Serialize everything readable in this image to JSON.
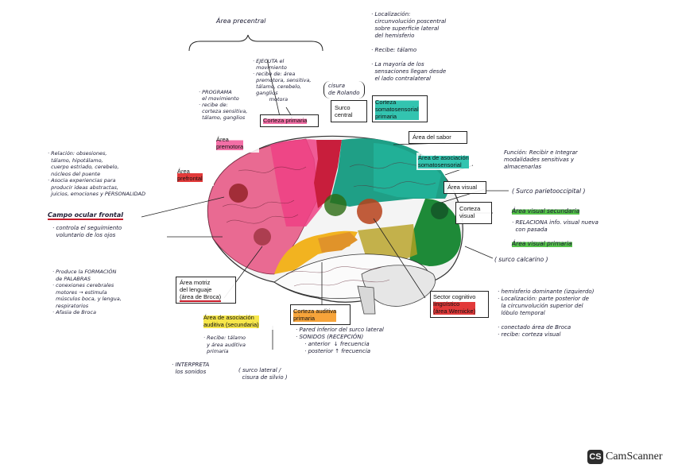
{
  "top_label": "Área precentral",
  "brain_labels": {
    "corteza_primaria": "Corteza primaria",
    "area_premotora": "Área\npremotora",
    "area_prefrontal": "Área\nprefrontal",
    "cisura_rolando": "cisura\nde Rolando",
    "surco_central": "Surco\ncentral",
    "somatosensorial": "Corteza\nsomatosensorial\nprimaria",
    "area_sabor": "Área del sabor",
    "asociacion_somatosensorial": "Área de asociación\nsomatosensorial",
    "area_visual": "Área visual",
    "corteza_visual": "Corteza\nvisual",
    "area_motriz_lenguaje": "Área motriz\ndel lenguaje\n(área de Broca)",
    "asociacion_auditiva": "Área de asociación\nauditiva (secundaria)",
    "auditiva_primaria": "Corteza auditiva\nprimaria",
    "sector_cognitivo": "Sector cognitivo\nlingüístico\n(área Wernicke)"
  },
  "notes": {
    "localizacion_top": "· Localización:\n  circunvolución poscentral\n  sobre superficie lateral\n  del hemisferio\n\n· Recibe: tálamo\n\n· La mayoría de los\n  sensaciones llegan desde\n  el lado contralateral",
    "ejecuta": "· EJECUTA el\n  movimiento\n· recibe de: área\n  premotora, sensitiva,\n  tálamo, cerebelo,\n  ganglios\n          motora",
    "programa": "· PROGRAMA\n  el movimiento\n· recibe de:\n  corteza sensitiva,\n  tálamo, ganglios",
    "relacion": "· Relación: obsesiones,\n  tálamo, hipotálamo,\n  cuerpo estriado, cerebelo,\n  núcleos del puente\n· Asocia experiencias para\n  producir ideas abstractas,\n  juicios, emociones y PERSONALIDAD",
    "campo_ocular": "Campo ocular frontal",
    "campo_ocular_desc": "· controla el seguimiento\n  voluntario de los ojos",
    "produce": "· Produce la FORMACIÓN\n  de PALABRAS\n· conexiones cerebrales\n  motores → estimula\n  músculos boca, y lengua,\n  respiratorios\n· Afasia de Broca",
    "recibe_talamo": "· Recibe: tálamo\n  y área auditiva\n  primaria",
    "interpreta": "· INTERPRETA\n  los sonidos",
    "surco_lateral": "( surco lateral /\n  cisura de silvio )",
    "pared": "· Pared inferior del surco lateral\n· SONIDOS (RECEPCIÓN)\n     · anterior  ↓ frecuencia\n     · posterior ↑ frecuencia",
    "funcion": "Función: Recibir e Integrar\nmodalidades sensitivas y\nalmacenarlas",
    "surco_parieto": "( Surco parietooccipital )",
    "area_visual_sec": "Área visual secundaria",
    "relaciona": "· RELACIONA info. visual nueva\n  con pasada",
    "area_visual_prim": "Área visual primaria",
    "surco_calcarino": "( surco calcarino )",
    "hemisferio": "· hemisferio dominante (izquierdo)\n· Localización: parte posterior de\n  la circunvolución superior del\n  lóbulo temporal\n\n· conectado área de Broca\n· recibe: corteza visual"
  },
  "watermark": {
    "icon_text": "CS",
    "text": "CamScanner"
  },
  "colors": {
    "pink": "#e8618f",
    "red": "#c8242e",
    "teal": "#1d9d8b",
    "green": "#1f8a3b",
    "yellow": "#f2b320",
    "orange": "#e98a1f",
    "olive": "#a68e12",
    "hotpink": "#ee3b81"
  }
}
